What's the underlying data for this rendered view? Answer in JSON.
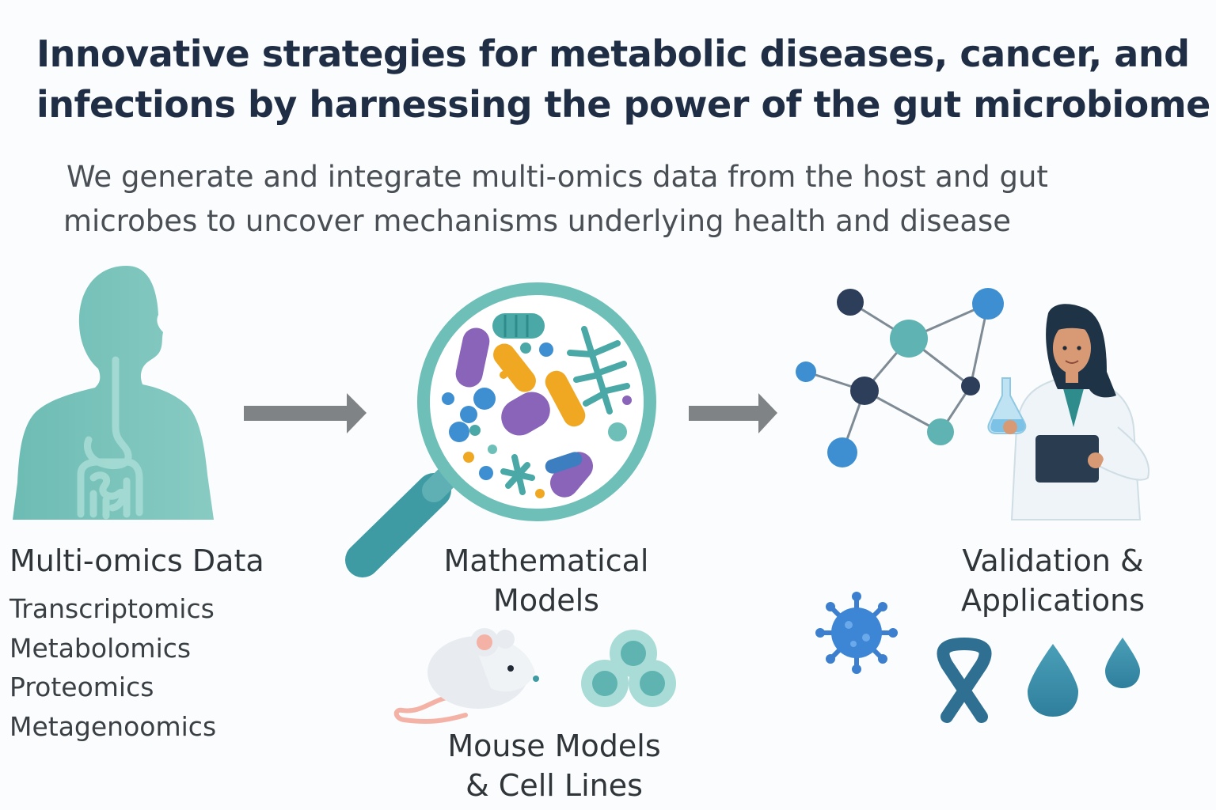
{
  "header": {
    "title_line1": "Innovative strategies for metabolic diseases, cancer, and",
    "title_line2": "infections by harnessing the power of the gut microbiome",
    "subtitle_line1": "We generate and integrate multi-omics data from the host and gut",
    "subtitle_line2": "microbes to uncover mechanisms underlying health and disease"
  },
  "stages": {
    "omics": {
      "heading": "Multi-omics Data",
      "items": [
        "Transcriptomics",
        "Metabolomics",
        "Proteomics",
        "Metagenoomics"
      ]
    },
    "models": {
      "heading_line1": "Mathematical",
      "heading_line2": "Models",
      "sub_line1": "Mouse Models",
      "sub_line2": "& Cell Lines"
    },
    "validation": {
      "heading_line1": "Validation &",
      "heading_line2": "Applications"
    }
  },
  "colors": {
    "teal": "#6dbfb8",
    "dark_teal": "#3e9aa3",
    "navy": "#2c3e5a",
    "blue": "#3d8fd1",
    "purple": "#8a64b8",
    "orange": "#f0a822",
    "arrow_gray": "#808385"
  }
}
